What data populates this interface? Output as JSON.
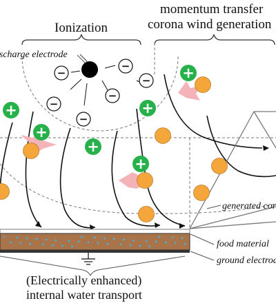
{
  "headers": {
    "ionization": "Ionization",
    "momentum_line1": "momentum transfer",
    "momentum_line2": "corona wind generation"
  },
  "labels": {
    "discharge_electrode": "discharge electrode",
    "generated_corona": "generated corona wind",
    "food_material": "food material",
    "ground_electrode": "ground electrode"
  },
  "caption": {
    "line1": "(Electrically enhanced)",
    "line2": "internal water transport"
  },
  "symbols": {
    "positive": "+",
    "negative": "−"
  },
  "colors": {
    "positive_ion": "#27b14a",
    "water_molecule": "#f5a63b",
    "food_layer": "#a9744a",
    "water_dots": "#3fb2e6",
    "electrode": "#000000",
    "collision_burst": "#f4b3b8"
  }
}
